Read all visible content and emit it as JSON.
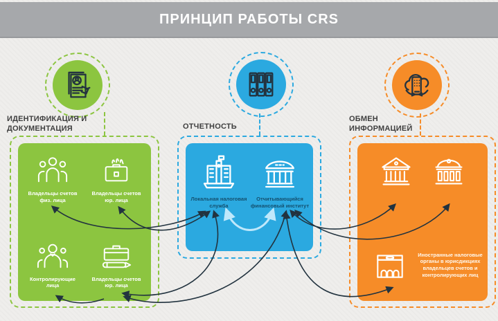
{
  "header": {
    "title": "ПРИНЦИП РАБОТЫ CRS"
  },
  "colors": {
    "header_bg": "#a6a8ab",
    "background": "#efeeec",
    "green": "#8cc540",
    "blue": "#2ba9e0",
    "orange": "#f68c28",
    "arrow_dark": "#22333f",
    "arrow_light": "#bfe8fb",
    "section_title": "#3f3f3f"
  },
  "sections": {
    "identification": {
      "title": "ИДЕНТИФИКАЦИЯ И ДОКУМЕНТАЦИЯ",
      "icon": "id-document-icon",
      "items": [
        {
          "label": "Владельцы счетов физ. лица",
          "icon": "people-group-icon"
        },
        {
          "label": "Владельцы счетов юр. лица",
          "icon": "briefcase-hand-icon"
        },
        {
          "label": "Контролирующие лица",
          "icon": "controlling-person-icon"
        },
        {
          "label": "Владельцы счетов юр. лица",
          "icon": "briefcase-pen-icon"
        }
      ]
    },
    "reporting": {
      "title": "ОТЧЕТНОСТЬ",
      "icon": "binders-icon",
      "items": [
        {
          "label": "Локальная налоговая служба",
          "icon": "tax-office-icon"
        },
        {
          "label": "Отчитывающийся финансовый институт",
          "icon": "bank-icon"
        }
      ]
    },
    "exchange": {
      "title": "ОБМЕН ИНФОРМАЦИЕЙ",
      "icon": "cloud-sync-icon",
      "items": [
        {
          "icon": "temple-building-icon"
        },
        {
          "icon": "dome-building-icon"
        },
        {
          "label": "Иностранные налоговые органы в юрисдикциях владельцев счетов и контролирующих лиц",
          "icon": "arched-building-icon"
        }
      ]
    }
  }
}
